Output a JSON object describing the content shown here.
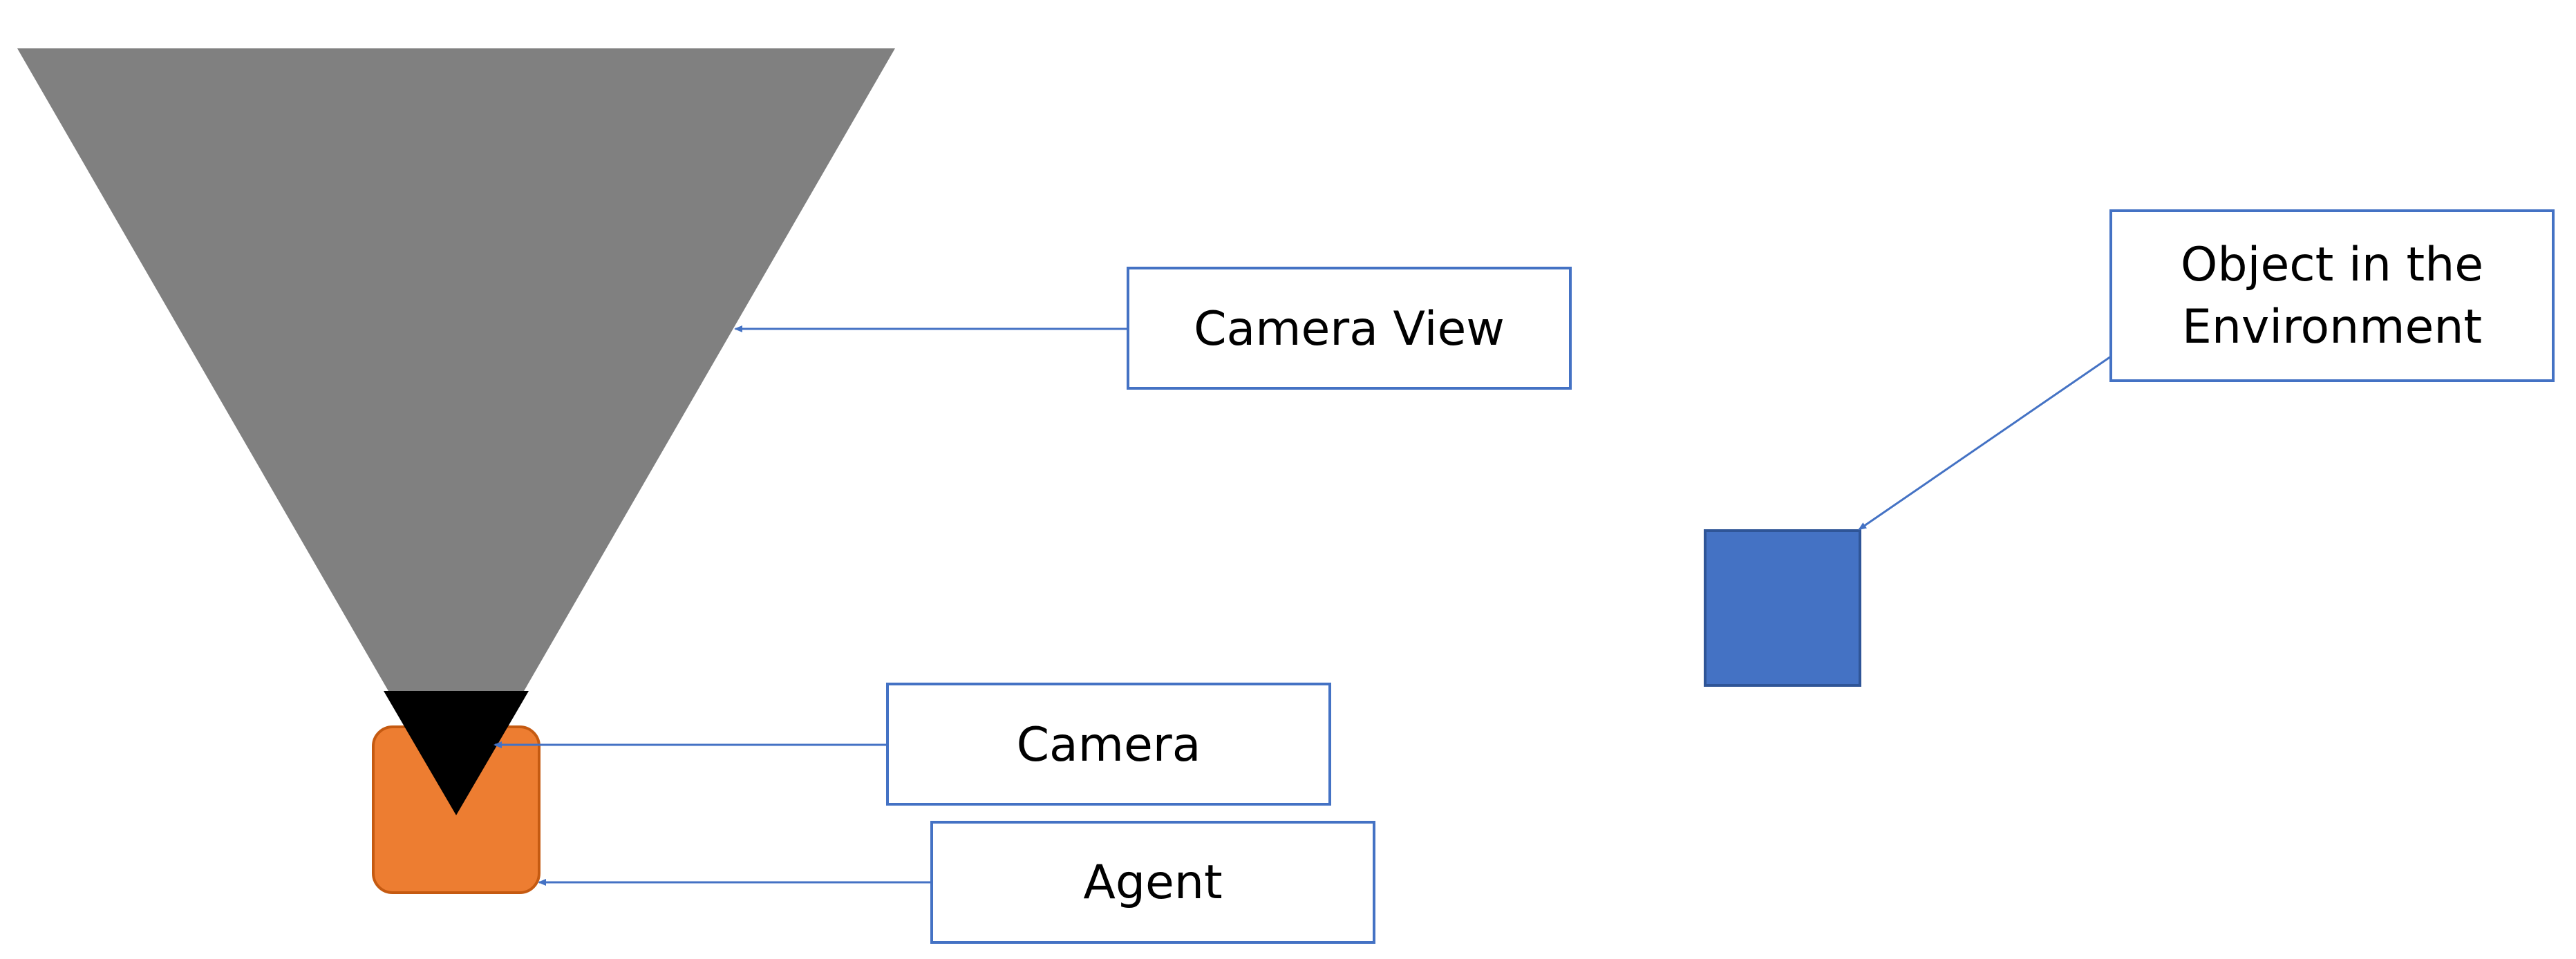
{
  "colors": {
    "camera_view_fill": "#808080",
    "camera_fill": "#000000",
    "agent_fill": "#ED7D31",
    "agent_stroke": "#C55A11",
    "object_fill": "#4472C4",
    "object_stroke": "#2F5597",
    "label_border": "#4472C4",
    "arrow": "#4472C4"
  },
  "labels": {
    "camera_view": "Camera View",
    "camera": "Camera",
    "agent": "Agent",
    "object_line1": "Object in the",
    "object_line2": "Environment"
  },
  "shapes": {
    "camera_view": "grey inverted triangle",
    "camera": "black inverted triangle",
    "agent": "orange rounded square",
    "object": "blue square"
  }
}
